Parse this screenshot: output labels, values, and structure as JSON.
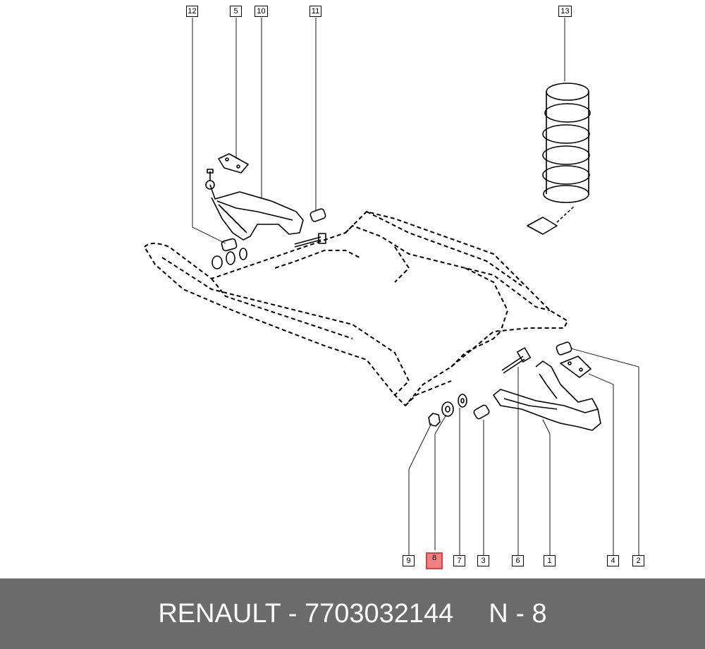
{
  "callouts": {
    "c12": "12",
    "c5": "5",
    "c10": "10",
    "c11": "11",
    "c13": "13",
    "c9": "9",
    "c8": "8",
    "c7": "7",
    "c3": "3",
    "c6": "6",
    "c1": "1",
    "c4": "4",
    "c2": "2"
  },
  "highlight_color": "#f08080",
  "footer": {
    "brand_part": "RENAULT - 7703032144",
    "ref": "N - 8"
  },
  "footer_color": "#6b6b6b"
}
